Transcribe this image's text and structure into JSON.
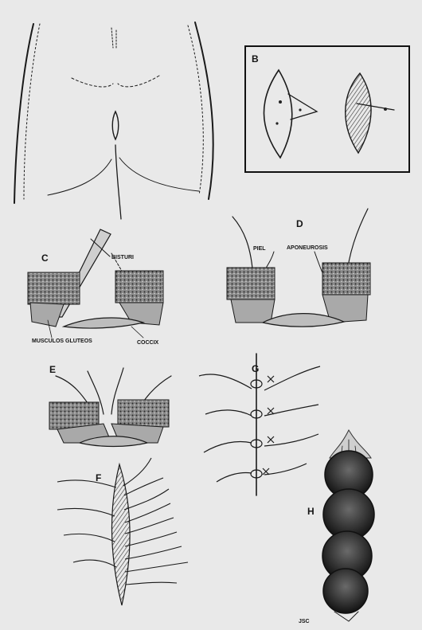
{
  "panels": {
    "b": {
      "letter": "B"
    },
    "c": {
      "letter": "C",
      "labels": {
        "bisturi": "BISTURI",
        "musculos": "MUSCULOS GLUTEOS",
        "coccix": "COCCIX"
      }
    },
    "d": {
      "letter": "D",
      "labels": {
        "piel": "PIEL",
        "aponeurosis": "APONEUROSIS"
      }
    },
    "e": {
      "letter": "E"
    },
    "f": {
      "letter": "F"
    },
    "g": {
      "letter": "G"
    },
    "h": {
      "letter": "H"
    }
  },
  "signature": "JSC"
}
